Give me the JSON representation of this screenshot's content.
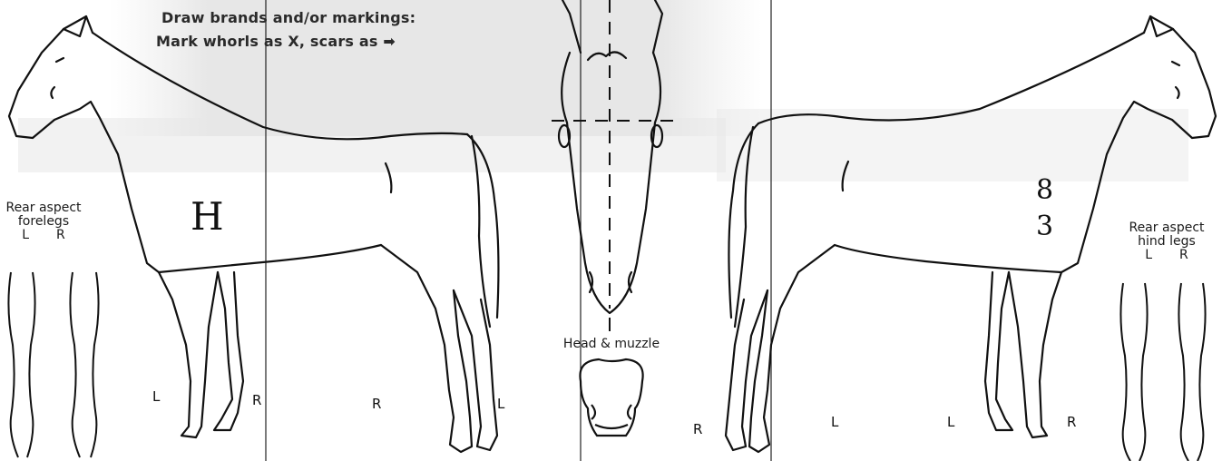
{
  "instructions": {
    "line1": "Draw brands and/or markings:",
    "line2_text": "Mark whorls as X, scars as",
    "arrow_icon": "arrow-right-icon"
  },
  "captions": {
    "forelegs_line1": "Rear aspect",
    "forelegs_line2": "forelegs",
    "forelegs_l": "L",
    "forelegs_r": "R",
    "hindlegs_line1": "Rear aspect",
    "hindlegs_line2": "hind legs",
    "hindlegs_l": "L",
    "hindlegs_r": "R",
    "head": "Head & muzzle"
  },
  "leg_labels": {
    "left_horse_front_l": "L",
    "left_horse_front_r": "R",
    "left_horse_hind_r": "R",
    "left_horse_hind_l": "L",
    "head_r": "R",
    "right_horse_hind_l": "L",
    "right_horse_front_l": "L",
    "right_horse_front_r": "R"
  },
  "handwritten": {
    "left_horse_mark": "H",
    "right_horse_digit1": "8",
    "right_horse_digit2": "3"
  }
}
